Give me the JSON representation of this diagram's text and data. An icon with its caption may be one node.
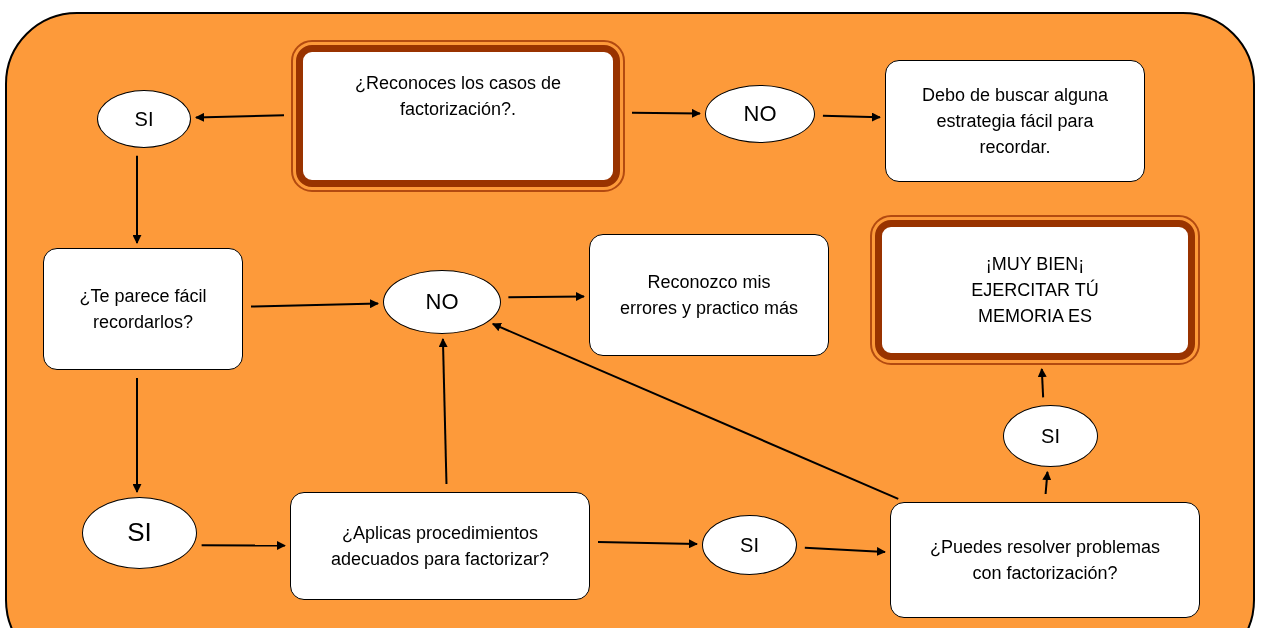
{
  "diagram": {
    "nodes": [
      {
        "text": [
          "¿Reconoces los casos de factorización?."
        ]
      },
      {
        "text": [
          "SI"
        ]
      },
      {
        "text": [
          "NO"
        ]
      },
      {
        "text": [
          "Debo de buscar alguna estrategia fácil para recordar."
        ]
      },
      {
        "text": [
          "¿Te parece fácil recordarlos?"
        ]
      },
      {
        "text": [
          "NO"
        ]
      },
      {
        "text": [
          "Reconozco mis errores y practico más"
        ]
      },
      {
        "text": [
          "¡MUY BIEN¡ EJERCITAR TÚ MEMORIA ES"
        ]
      },
      {
        "text": [
          "SI"
        ]
      },
      {
        "text": [
          "SI"
        ]
      },
      {
        "text": [
          "¿Aplicas procedimientos adecuados para factorizar?"
        ]
      },
      {
        "text": [
          "SI"
        ]
      },
      {
        "text": [
          "¿Puedes resolver problemas con factorización?"
        ]
      }
    ],
    "edges": [
      {
        "from": 0,
        "to": 1,
        "arrow": "to"
      },
      {
        "from": 0,
        "to": 2,
        "arrow": "to"
      },
      {
        "from": 2,
        "to": 3,
        "arrow": "to"
      },
      {
        "from": 1,
        "to": 4,
        "arrow": "to"
      },
      {
        "from": 4,
        "to": 5,
        "arrow": "to"
      },
      {
        "from": 5,
        "to": 6,
        "arrow": "to"
      },
      {
        "from": 4,
        "to": 9,
        "arrow": "to"
      },
      {
        "from": 9,
        "to": 10,
        "arrow": "to"
      },
      {
        "from": 10,
        "to": 5,
        "arrow": "to"
      },
      {
        "from": 10,
        "to": 11,
        "arrow": "to"
      },
      {
        "from": 11,
        "to": 12,
        "arrow": "to"
      },
      {
        "from": 12,
        "to": 5,
        "arrow": "to"
      },
      {
        "from": 12,
        "to": 8,
        "arrow": "to"
      },
      {
        "from": 8,
        "to": 7,
        "arrow": "to"
      }
    ]
  }
}
